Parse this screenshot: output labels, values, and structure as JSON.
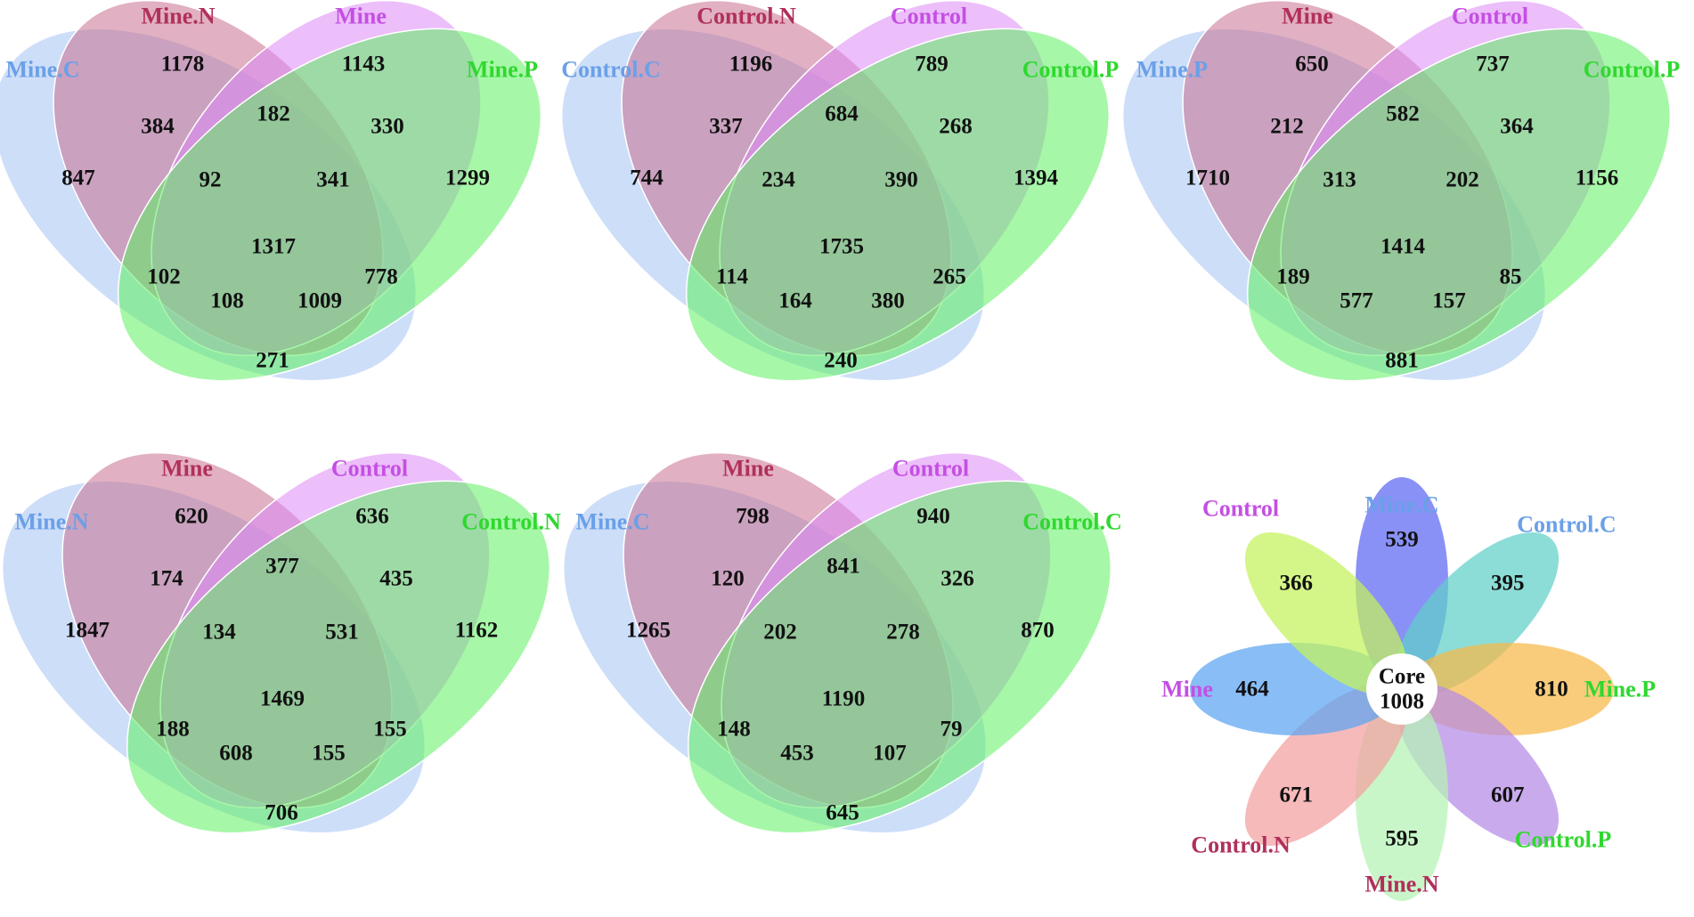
{
  "colors": {
    "c1": "#a4c2f4",
    "c2": "#c9708f",
    "c3": "#dd88f5",
    "c4": "#5ef060"
  },
  "venns": [
    {
      "labels": [
        "Mine.C",
        "Mine.N",
        "Mine",
        "Mine.P"
      ],
      "label_colors": [
        "#6aa0e8",
        "#b0305a",
        "#c44fe3",
        "#2fd82f"
      ],
      "regions": {
        "a": "847",
        "b": "1178",
        "c": "1143",
        "d": "1299",
        "ab": "384",
        "bc": "182",
        "cd": "330",
        "abc": "92",
        "bcd": "341",
        "abcd": "1317",
        "ac": "102",
        "bd": "778",
        "acd": "108",
        "abd": "1009",
        "ad": "271"
      }
    },
    {
      "labels": [
        "Control.C",
        "Control.N",
        "Control",
        "Control.P"
      ],
      "label_colors": [
        "#6aa0e8",
        "#b0305a",
        "#c44fe3",
        "#2fd82f"
      ],
      "regions": {
        "a": "744",
        "b": "1196",
        "c": "789",
        "d": "1394",
        "ab": "337",
        "bc": "684",
        "cd": "268",
        "abc": "234",
        "bcd": "390",
        "abcd": "1735",
        "ac": "114",
        "bd": "265",
        "acd": "164",
        "abd": "380",
        "ad": "240"
      }
    },
    {
      "labels": [
        "Mine.P",
        "Mine",
        "Control",
        "Control.P"
      ],
      "label_colors": [
        "#6aa0e8",
        "#b0305a",
        "#c44fe3",
        "#2fd82f"
      ],
      "regions": {
        "a": "1710",
        "b": "650",
        "c": "737",
        "d": "1156",
        "ab": "212",
        "bc": "582",
        "cd": "364",
        "abc": "313",
        "bcd": "202",
        "abcd": "1414",
        "ac": "189",
        "bd": "85",
        "acd": "577",
        "abd": "157",
        "ad": "881"
      }
    },
    {
      "labels": [
        "Mine.N",
        "Mine",
        "Control",
        "Control.N"
      ],
      "label_colors": [
        "#6aa0e8",
        "#b0305a",
        "#c44fe3",
        "#2fd82f"
      ],
      "regions": {
        "a": "1847",
        "b": "620",
        "c": "636",
        "d": "1162",
        "ab": "174",
        "bc": "377",
        "cd": "435",
        "abc": "134",
        "bcd": "531",
        "abcd": "1469",
        "ac": "188",
        "bd": "155",
        "acd": "608",
        "abd": "155",
        "ad": "706"
      }
    },
    {
      "labels": [
        "Mine.C",
        "Mine",
        "Control",
        "Control.C"
      ],
      "label_colors": [
        "#6aa0e8",
        "#b0305a",
        "#c44fe3",
        "#2fd82f"
      ],
      "regions": {
        "a": "1265",
        "b": "798",
        "c": "940",
        "d": "870",
        "ab": "120",
        "bc": "841",
        "cd": "326",
        "abc": "202",
        "bcd": "278",
        "abcd": "1190",
        "ac": "148",
        "bd": "79",
        "acd": "453",
        "abd": "107",
        "ad": "645"
      }
    }
  ],
  "flower": {
    "core_label": "Core",
    "core_value": "1008",
    "petals": [
      {
        "label": "Mine.C",
        "value": "539",
        "color": "#5c66f2",
        "label_color": "#6aa0e8"
      },
      {
        "label": "Control.C",
        "value": "395",
        "color": "#5fd0c8",
        "label_color": "#6aa0e8"
      },
      {
        "label": "Mine.P",
        "value": "810",
        "color": "#f6b848",
        "label_color": "#2fd82f"
      },
      {
        "label": "Control.P",
        "value": "607",
        "color": "#b48ae6",
        "label_color": "#2fd82f"
      },
      {
        "label": "Mine.N",
        "value": "595",
        "color": "#b4f2b4",
        "label_color": "#b0305a"
      },
      {
        "label": "Control.N",
        "value": "671",
        "color": "#f2a0a0",
        "label_color": "#b0305a"
      },
      {
        "label": "Mine",
        "value": "464",
        "color": "#5ca4f2",
        "label_color": "#c44fe3"
      },
      {
        "label": "Control",
        "value": "366",
        "color": "#c4f25a",
        "label_color": "#c44fe3"
      }
    ]
  }
}
